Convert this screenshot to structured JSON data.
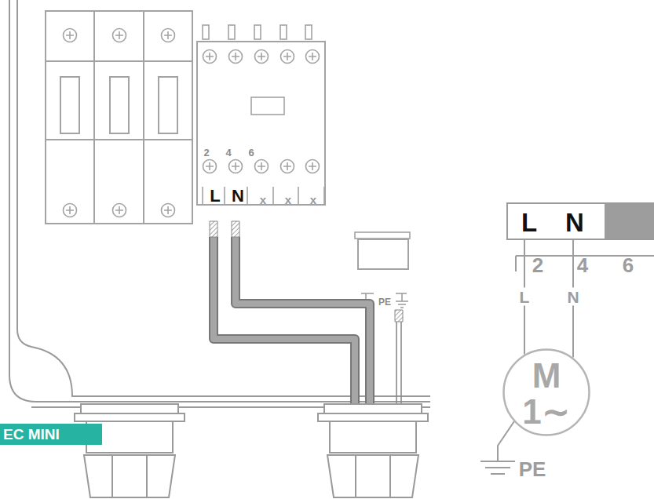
{
  "diagram": {
    "nodes": [
      {
        "text": [
          "EC MINI"
        ]
      },
      {
        "text": [
          "2",
          "4",
          "6",
          "L",
          "N",
          "x",
          "x",
          "x"
        ]
      },
      {
        "text": [
          "PE"
        ]
      },
      {
        "text": [
          "L",
          "N"
        ]
      },
      {
        "text": [
          "M",
          "1∼"
        ]
      }
    ],
    "edges": [
      {
        "from": 3,
        "to": 4,
        "arrow": "none",
        "label": "L"
      },
      {
        "from": 3,
        "to": 4,
        "arrow": "none",
        "label": "N"
      }
    ],
    "labels": [
      "2",
      "4",
      "6",
      "PE"
    ]
  }
}
